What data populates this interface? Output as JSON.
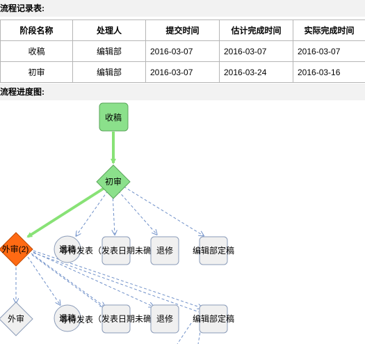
{
  "records": {
    "title": "流程记录表:",
    "columns": [
      "阶段名称",
      "处理人",
      "提交时间",
      "估计完成时间",
      "实际完成时间"
    ],
    "rows": [
      [
        "收稿",
        "编辑部",
        "2016-03-07",
        "2016-03-07",
        "2016-03-07"
      ],
      [
        "初审",
        "编辑部",
        "2016-03-07",
        "2016-03-24",
        "2016-03-16"
      ]
    ]
  },
  "progress": {
    "title": "流程进度图:",
    "nodes": {
      "receive": "收稿",
      "first_review": "初审",
      "external_review": "外审(2)",
      "rejected": "退稿",
      "wait_publish": "等待发表",
      "publish_date_unknown": "（发表日期未确定）",
      "revise": "退修",
      "final": "编辑部定稿",
      "external_review_next": "外审"
    },
    "colors": {
      "done": "#8be08b",
      "active": "#ff6a13",
      "pending": "#f0f0f0",
      "green_edge": "#88e276",
      "dashed_edge": "#6e8fc8"
    }
  }
}
